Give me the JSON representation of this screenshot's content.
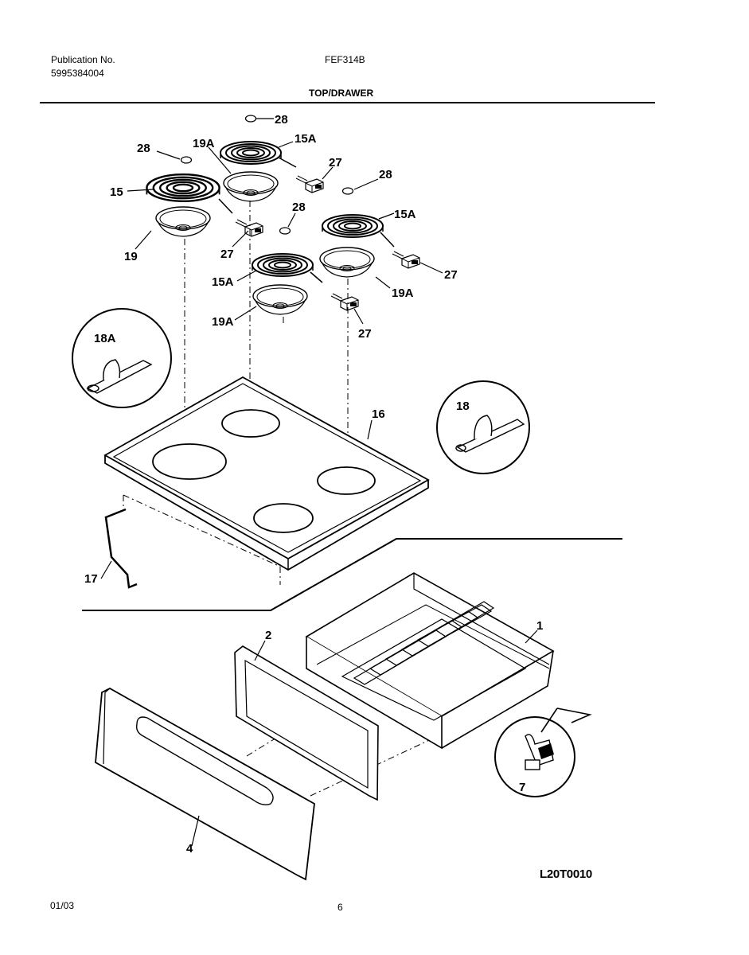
{
  "header": {
    "publication_label": "Publication No.",
    "publication_number": "5995384004",
    "model": "FEF314B",
    "section_title": "TOP/DRAWER"
  },
  "callouts": {
    "c28a": "28",
    "c28b": "28",
    "c28c": "28",
    "c28d": "28",
    "c19a_top": "19A",
    "c15a_top": "15A",
    "c27_top": "27",
    "c15": "15",
    "c19": "19",
    "c27_left": "27",
    "c15a_right": "15A",
    "c27_right": "27",
    "c19a_right": "19A",
    "c15a_mid": "15A",
    "c19a_mid": "19A",
    "c27_mid": "27",
    "c18a": "18A",
    "c18": "18",
    "c16": "16",
    "c17": "17",
    "c1": "1",
    "c2": "2",
    "c4": "4",
    "c7": "7"
  },
  "diagram_id": "L20T0010",
  "footer": {
    "date": "01/03",
    "page": "6"
  }
}
